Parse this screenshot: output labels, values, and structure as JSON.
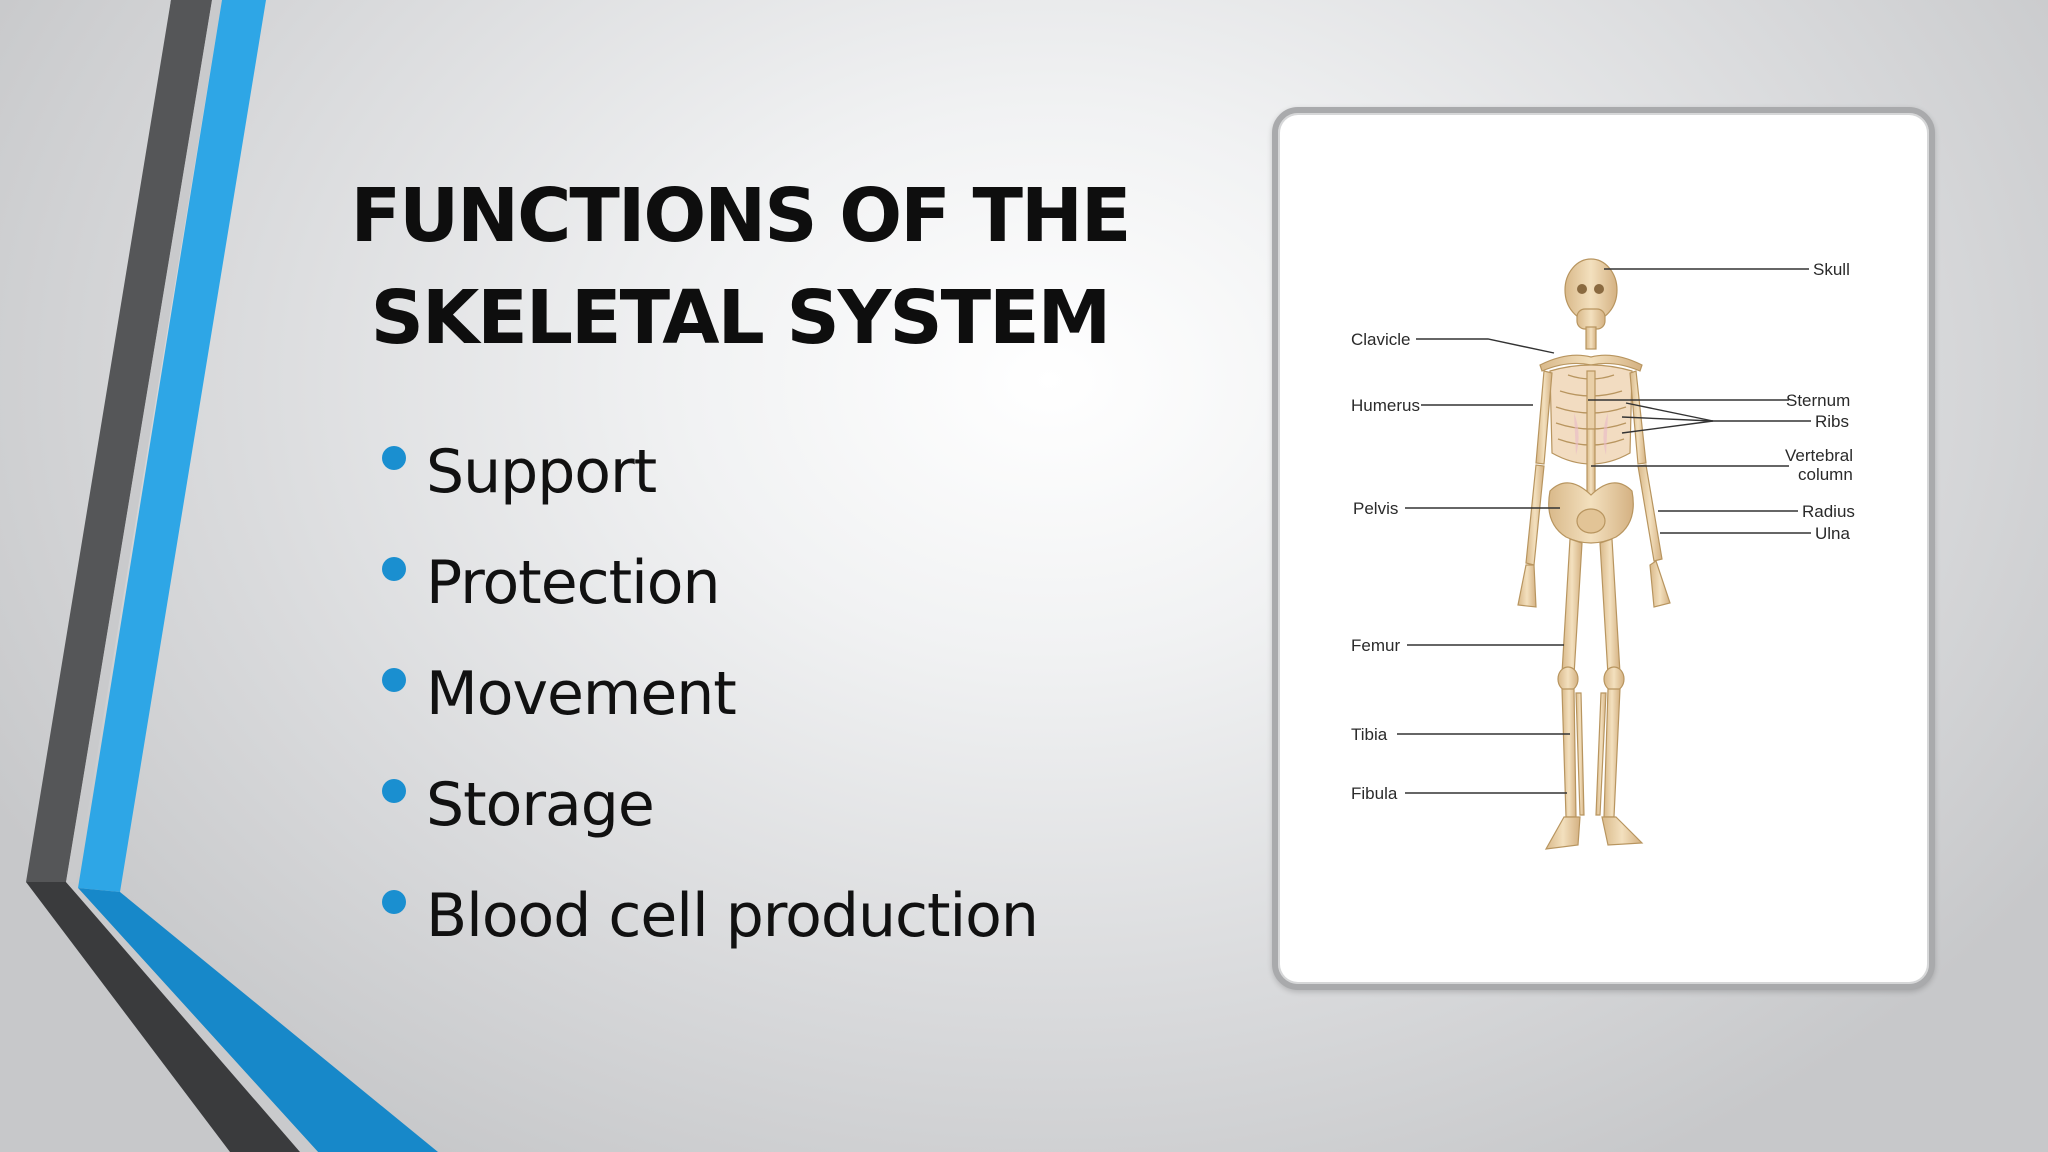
{
  "slide": {
    "title_line1": "FUNCTIONS OF THE",
    "title_line2": "SKELETAL SYSTEM",
    "bullets": [
      "Support",
      "Protection",
      "Movement",
      "Storage",
      "Blood cell production"
    ]
  },
  "diagram": {
    "labels": {
      "skull": "Skull",
      "clavicle": "Clavicle",
      "sternum": "Sternum",
      "ribs": "Ribs",
      "humerus": "Humerus",
      "vertebral_line1": "Vertebral",
      "vertebral_line2": "column",
      "pelvis": "Pelvis",
      "radius": "Radius",
      "ulna": "Ulna",
      "femur": "Femur",
      "tibia": "Tibia",
      "fibula": "Fibula"
    }
  },
  "colors": {
    "accent_blue": "#1a8fd0",
    "dark_band": "#4a4b4d",
    "bone": "#e8cfa4"
  }
}
